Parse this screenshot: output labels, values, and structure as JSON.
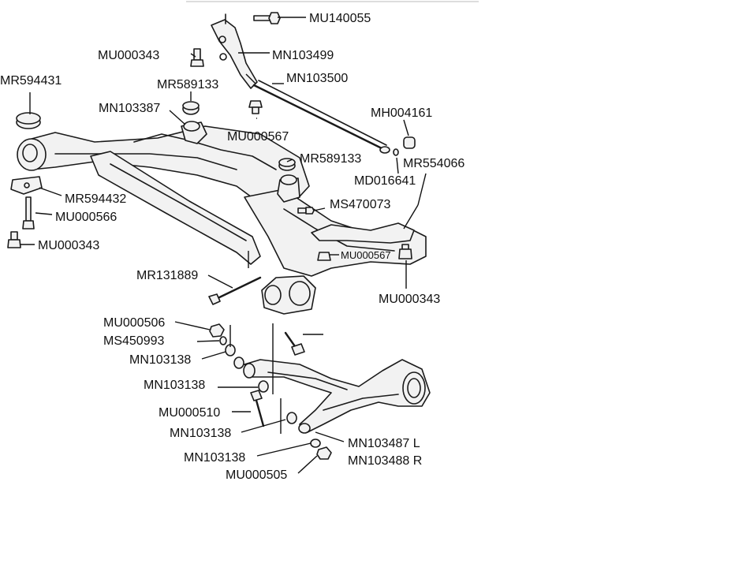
{
  "labels": {
    "MU140055": "MU140055",
    "MU000343_top": "MU000343",
    "MN103499": "MN103499",
    "MR594431": "MR594431",
    "MR589133_top": "MR589133",
    "MN103500": "MN103500",
    "MN103387": "MN103387",
    "MH004161": "MH004161",
    "MU000567_top": "MU000567",
    "MR589133_mid": "MR589133",
    "MR554066": "MR554066",
    "MD016641": "MD016641",
    "MR594432": "MR594432",
    "MS470073": "MS470073",
    "MU000566": "MU000566",
    "MU000343_left": "MU000343",
    "MU000567_mid": "MU000567",
    "MR131889": "MR131889",
    "MU000343_right": "MU000343",
    "MU000506": "MU000506",
    "MS450993": "MS450993",
    "MN103138_1": "MN103138",
    "MN103138_2": "MN103138",
    "MU000510": "MU000510",
    "MN103138_3": "MN103138",
    "MN103138_4": "MN103138",
    "MN103487": "MN103487 L",
    "MN103488": "MN103488 R",
    "MU000505": "MU000505"
  }
}
